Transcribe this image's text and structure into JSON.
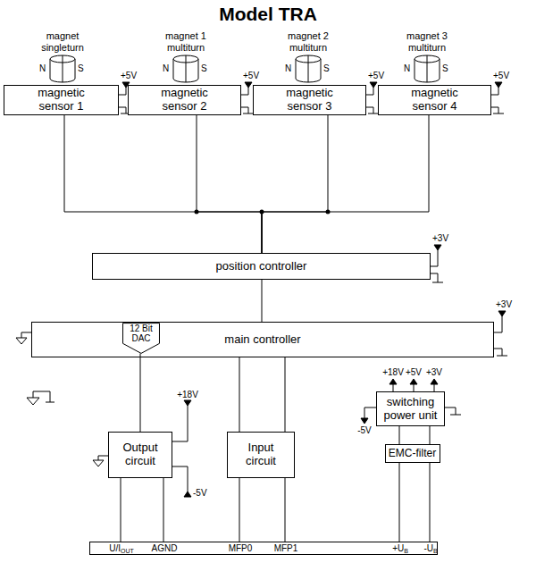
{
  "diagram": {
    "title": "Model TRA",
    "nodes": [
      {
        "text": [
          "magnetic sensor 1"
        ]
      },
      {
        "text": [
          "magnetic sensor 2"
        ]
      },
      {
        "text": [
          "magnetic sensor 3"
        ]
      },
      {
        "text": [
          "magnetic sensor 4"
        ]
      },
      {
        "text": [
          "position controller"
        ]
      },
      {
        "text": [
          "main controller"
        ]
      },
      {
        "text": [
          "12 Bit DAC"
        ],
        "in": 5
      },
      {
        "text": [
          "Output circuit"
        ]
      },
      {
        "text": [
          "Input circuit"
        ]
      },
      {
        "text": [
          "switching power unit"
        ]
      },
      {
        "text": [
          "EMC-filter"
        ]
      },
      {
        "text": [
          "U/I",
          "OUT",
          "AGND",
          "MFP0",
          "MFP1",
          "+U",
          "B",
          "-U",
          "B"
        ]
      }
    ],
    "edges": [
      {
        "from": 0,
        "to": 4,
        "arrow": "none"
      },
      {
        "from": 1,
        "to": 4,
        "arrow": "none"
      },
      {
        "from": 2,
        "to": 4,
        "arrow": "none"
      },
      {
        "from": 3,
        "to": 4,
        "arrow": "none"
      },
      {
        "from": 4,
        "to": 5,
        "arrow": "none"
      },
      {
        "from": 6,
        "to": 7,
        "arrow": "none"
      },
      {
        "from": 5,
        "to": 8,
        "arrow": "none"
      },
      {
        "from": 5,
        "to": 8,
        "arrow": "none"
      },
      {
        "from": 7,
        "to": 11,
        "arrow": "none"
      },
      {
        "from": 7,
        "to": 11,
        "arrow": "none"
      },
      {
        "from": 8,
        "to": 11,
        "arrow": "none"
      },
      {
        "from": 8,
        "to": 11,
        "arrow": "none"
      },
      {
        "from": 9,
        "to": 10,
        "arrow": "none"
      },
      {
        "from": 9,
        "to": 10,
        "arrow": "none"
      },
      {
        "from": 10,
        "to": 11,
        "arrow": "none"
      },
      {
        "from": 10,
        "to": 11,
        "arrow": "none"
      }
    ],
    "labels": [
      "magnet singleturn",
      "N",
      "S",
      "magnet 1 multiturn",
      "N",
      "S",
      "magnet 2 multiturn",
      "N",
      "S",
      "magnet 3 multiturn",
      "N",
      "S",
      "+5V",
      "+5V",
      "+5V",
      "+5V",
      "+3V",
      "+3V",
      "+18V",
      "-5V",
      "+18V",
      "+5V",
      "+3V",
      "-5V"
    ]
  }
}
